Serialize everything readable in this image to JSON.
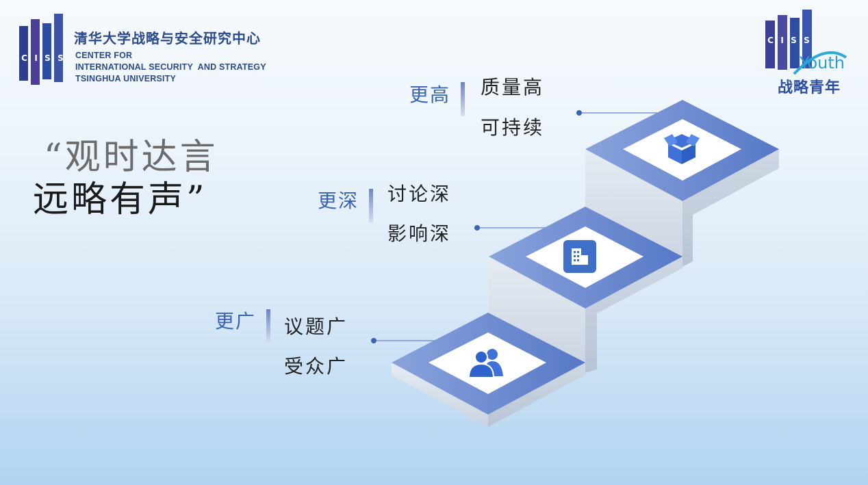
{
  "logo": {
    "letters": [
      "C",
      "I",
      "S",
      "S"
    ],
    "name_cn": "清华大学战略与安全研究中心",
    "name_en_lines": [
      "CENTER FOR",
      "INTERNATIONAL SECURITY  AND STRATEGY",
      "TSINGHUA UNIVERSITY"
    ]
  },
  "youth_logo": {
    "letters": [
      "C",
      "I",
      "S",
      "S"
    ],
    "word": "Youth",
    "cn": "战略青年"
  },
  "quote": {
    "line1": "“观时达言",
    "line2": "远略有声”"
  },
  "steps": [
    {
      "label": "更广",
      "items": [
        "议题广",
        "受众广"
      ],
      "icon": "users-icon"
    },
    {
      "label": "更深",
      "items": [
        "讨论深",
        "影响深"
      ],
      "icon": "building-icon"
    },
    {
      "label": "更高",
      "items": [
        "质量高",
        "可持续"
      ],
      "icon": "box-icon"
    }
  ],
  "colors": {
    "primary": "#3a63b4",
    "step_dark": "#5a7cc8",
    "step_light": "#9bb1e0",
    "icon": "#3f72d8"
  }
}
